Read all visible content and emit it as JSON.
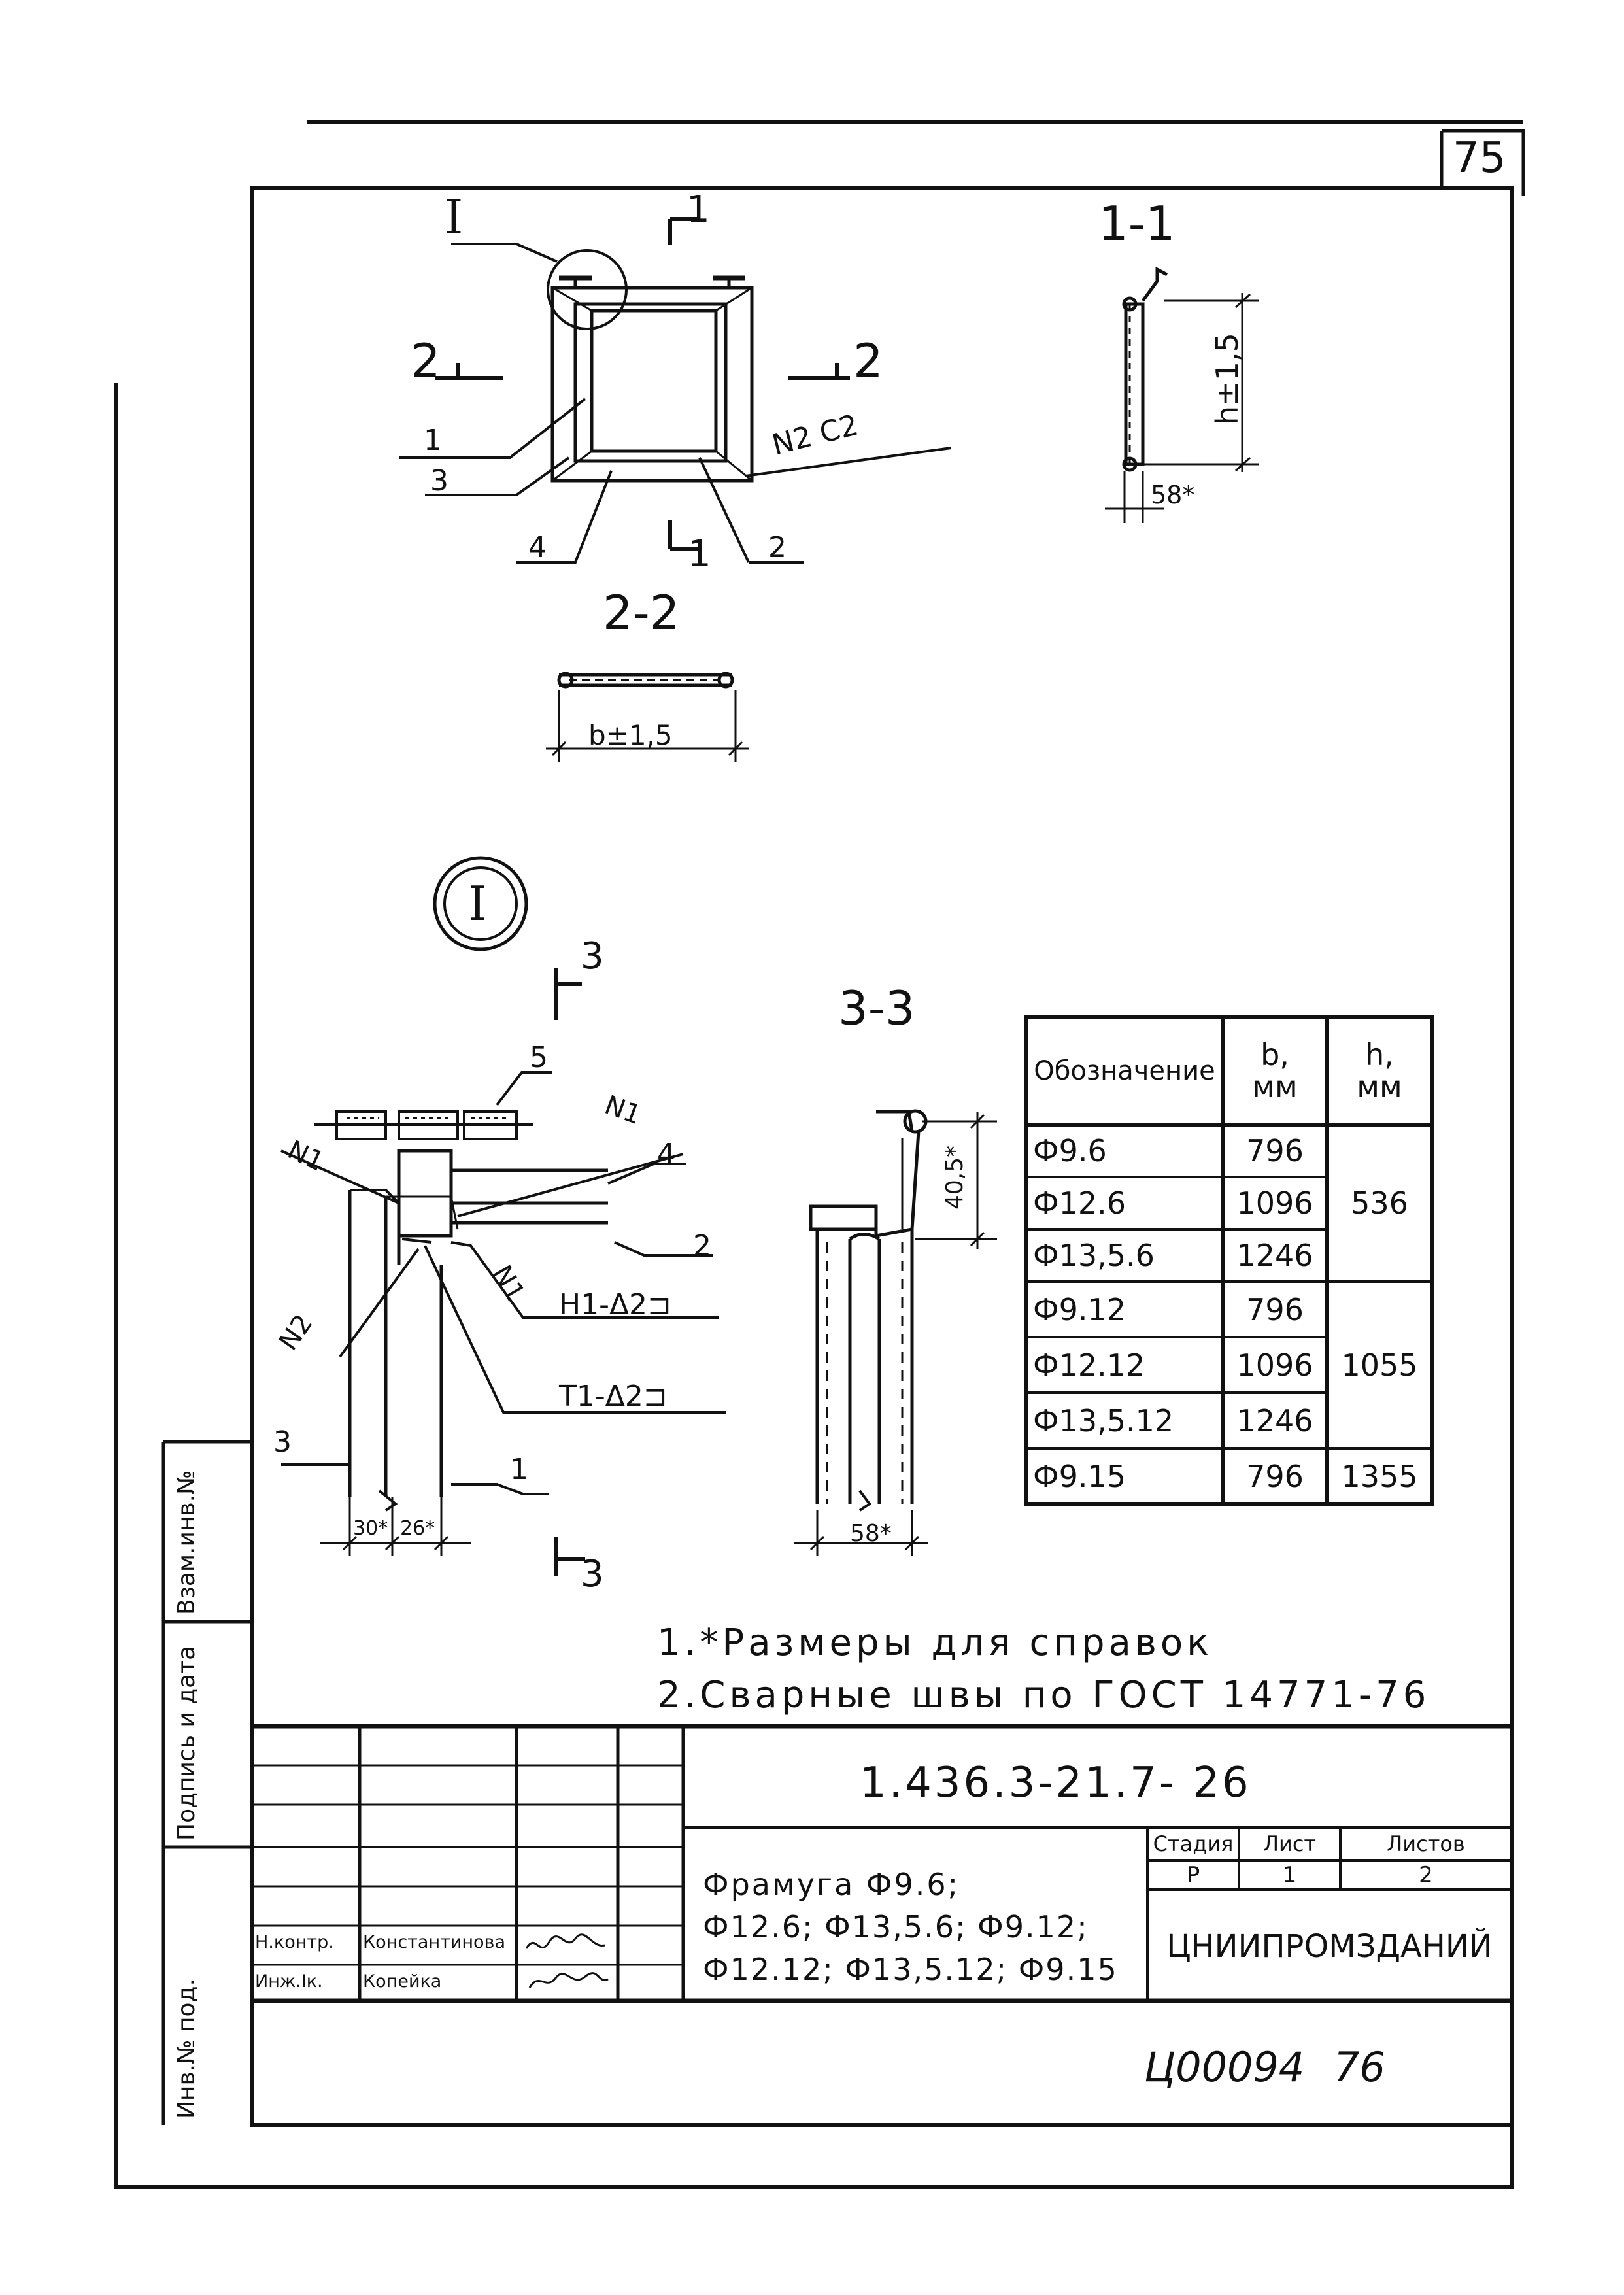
{
  "page_number": "75",
  "drawing_number": "1.436.3-21.7- 26",
  "footer_code": "Ц00094",
  "footer_number": "76",
  "title_lines": [
    "Фрамуга Ф9.6;",
    "Ф12.6; Ф13,5.6; Ф9.12;",
    "Ф12.12; Ф13,5.12; Ф9.15"
  ],
  "stage": {
    "label": "Стадия",
    "value": "Р"
  },
  "sheet": {
    "label": "Лист",
    "value": "1"
  },
  "sheets": {
    "label": "Листов",
    "value": "2"
  },
  "organization": "ЦНИИПРОМЗДАНИЙ",
  "signatures": [
    {
      "role": "Н.контр.",
      "name": "Константинова"
    },
    {
      "role": "Инж.Iк.",
      "name": "Копейка"
    }
  ],
  "side_stamp": [
    "Инв.№ под.",
    "Подпись и дата",
    "Взам.инв.№"
  ],
  "notes": [
    "1.*Размеры для справок",
    "2.Сварные швы по ГОСТ 14771-76"
  ],
  "section_labels": {
    "main_view_node": "I",
    "s1_top": "1",
    "s1_bottom": "1",
    "s2_left": "2",
    "s2_right": "2",
    "section_1_1": "1-1",
    "section_2_2": "2-2",
    "node_detail": "I",
    "section_3_3": "3-3",
    "s3_top": "3",
    "s3_bottom": "3"
  },
  "callouts": {
    "p1": "1",
    "p2": "2",
    "p3": "3",
    "p4": "4",
    "n2c2": "N2  C2",
    "d_p1": "1",
    "d_p2": "2",
    "d_p3": "3",
    "d_p4": "4",
    "d_p5": "5",
    "d_n1a": "N1",
    "d_n1b": "N1",
    "d_n1c": "N1",
    "d_n2": "N2",
    "weld_h1": "Н1-Δ2⊐",
    "weld_t1": "Т1-Δ2⊐"
  },
  "dimensions": {
    "h": "h±1,5",
    "d58a": "58*",
    "b": "b±1,5",
    "d30": "30*",
    "d26": "26*",
    "d40": "40,5*",
    "d58b": "58*"
  },
  "spec_table": {
    "headers": [
      [
        "Обозначение"
      ],
      [
        "b,",
        "мм"
      ],
      [
        "h,",
        "мм"
      ]
    ],
    "rows": [
      {
        "designation": "Ф9.6",
        "b": "796"
      },
      {
        "designation": "Ф12.6",
        "b": "1096"
      },
      {
        "designation": "Ф13,5.6",
        "b": "1246"
      },
      {
        "designation": "Ф9.12",
        "b": "796"
      },
      {
        "designation": "Ф12.12",
        "b": "1096"
      },
      {
        "designation": "Ф13,5.12",
        "b": "1246"
      },
      {
        "designation": "Ф9.15",
        "b": "796"
      }
    ],
    "h_groups": [
      "536",
      "1055",
      "1355"
    ]
  }
}
